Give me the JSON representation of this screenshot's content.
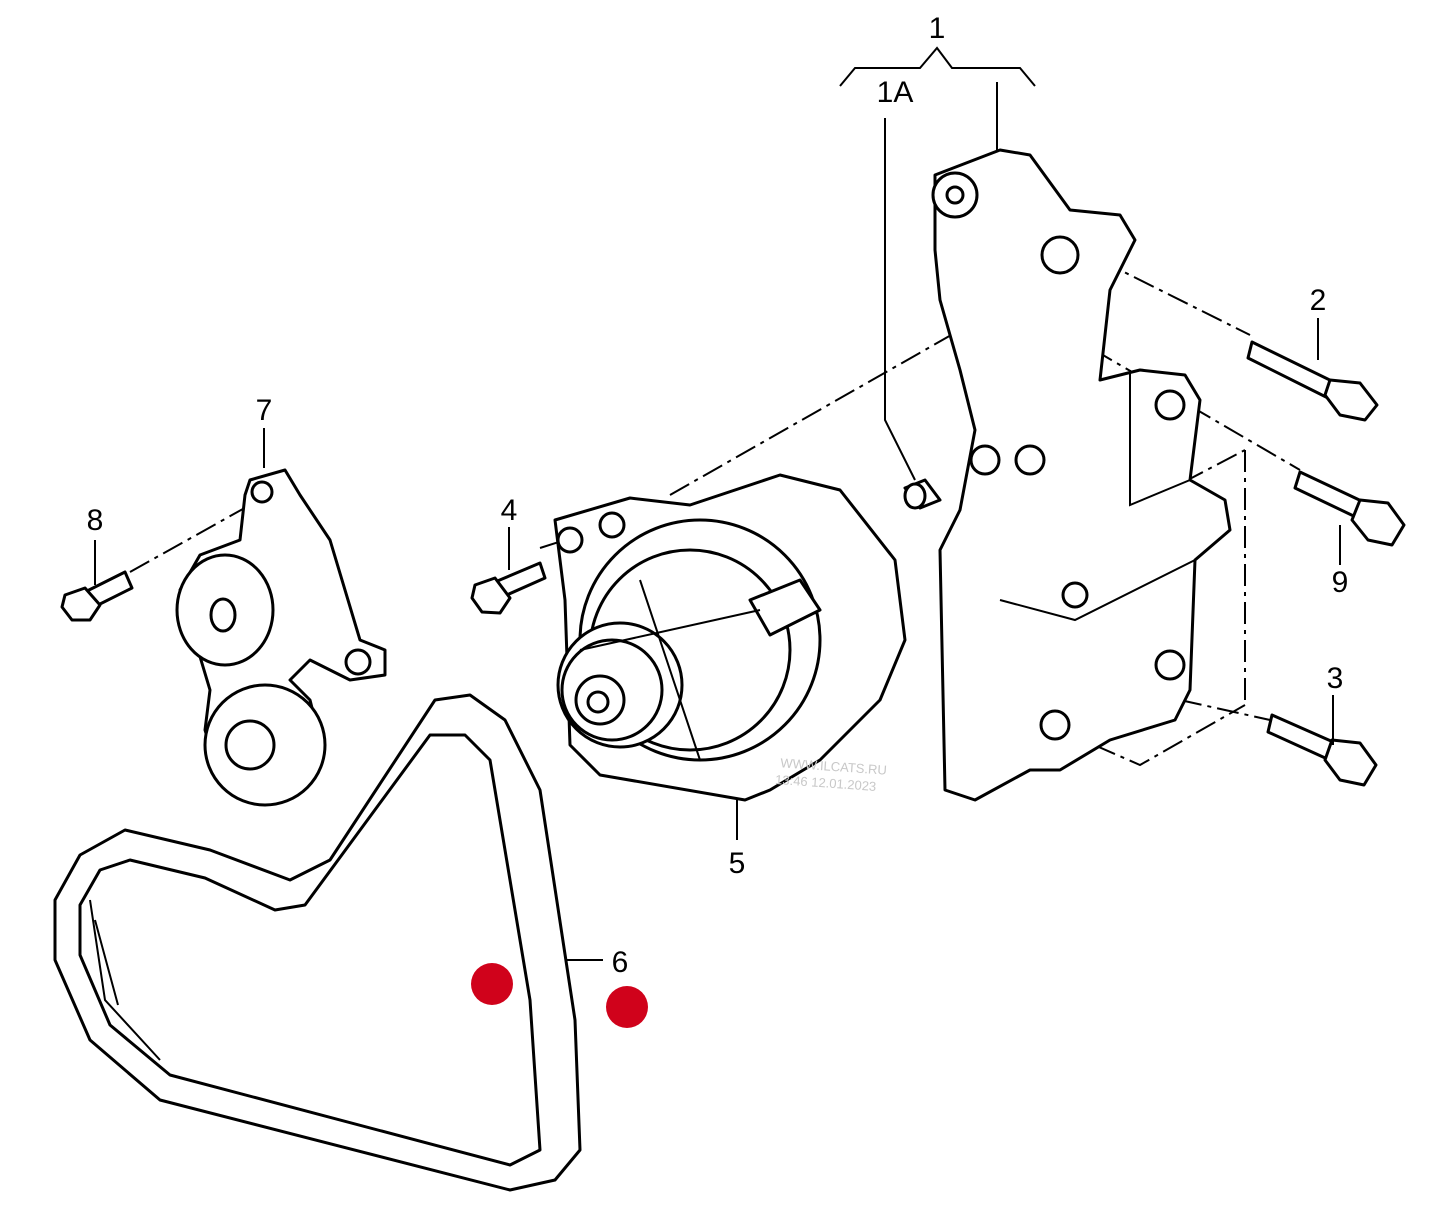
{
  "labels": {
    "p1": "1",
    "p1a": "1A",
    "p2": "2",
    "p3": "3",
    "p4": "4",
    "p5": "5",
    "p6": "6",
    "p7": "7",
    "p8": "8",
    "p9": "9"
  },
  "watermark": {
    "site": "WWW.ILCATS.RU",
    "timestamp": "13:46 12.01.2023"
  },
  "colors": {
    "hotspot": "#d0021b"
  }
}
